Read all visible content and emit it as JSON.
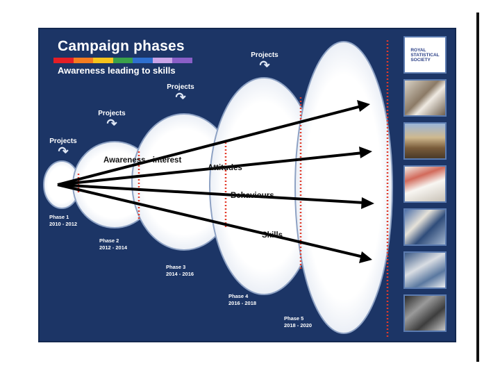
{
  "header": {
    "title": "Campaign phases",
    "subtitle": "Awareness leading to skills",
    "rainbow_colors": [
      "#e41e26",
      "#f47c20",
      "#f6c31c",
      "#3aa14a",
      "#2e6fcf",
      "#c9a4e8",
      "#8a5fc7"
    ]
  },
  "projects_label": "Projects",
  "phases": [
    {
      "name": "Phase 1",
      "years": "2010 - 2012"
    },
    {
      "name": "Phase 2",
      "years": "2012 - 2014"
    },
    {
      "name": "Phase 3",
      "years": "2014 - 2016"
    },
    {
      "name": "Phase 4",
      "years": "2016 - 2018"
    },
    {
      "name": "Phase 5",
      "years": "2018 - 2020"
    }
  ],
  "outcomes": {
    "awareness": "Awareness - interest",
    "attitudes": "Attitudes",
    "behaviours": "Behaviours",
    "skills": "Skills"
  },
  "sidebar": {
    "logo_lines": [
      "ROYAL",
      "STATISTICAL",
      "SOCIETY"
    ],
    "images": [
      "handshake-photo",
      "parliament-photo",
      "newspaper-photo",
      "classroom-photo",
      "workers-photo",
      "archive-photo"
    ]
  },
  "colors": {
    "background": "#1c3566",
    "bubble": "#ffffff",
    "arrow": "#000000",
    "dotted_line": "#e23a2a"
  }
}
